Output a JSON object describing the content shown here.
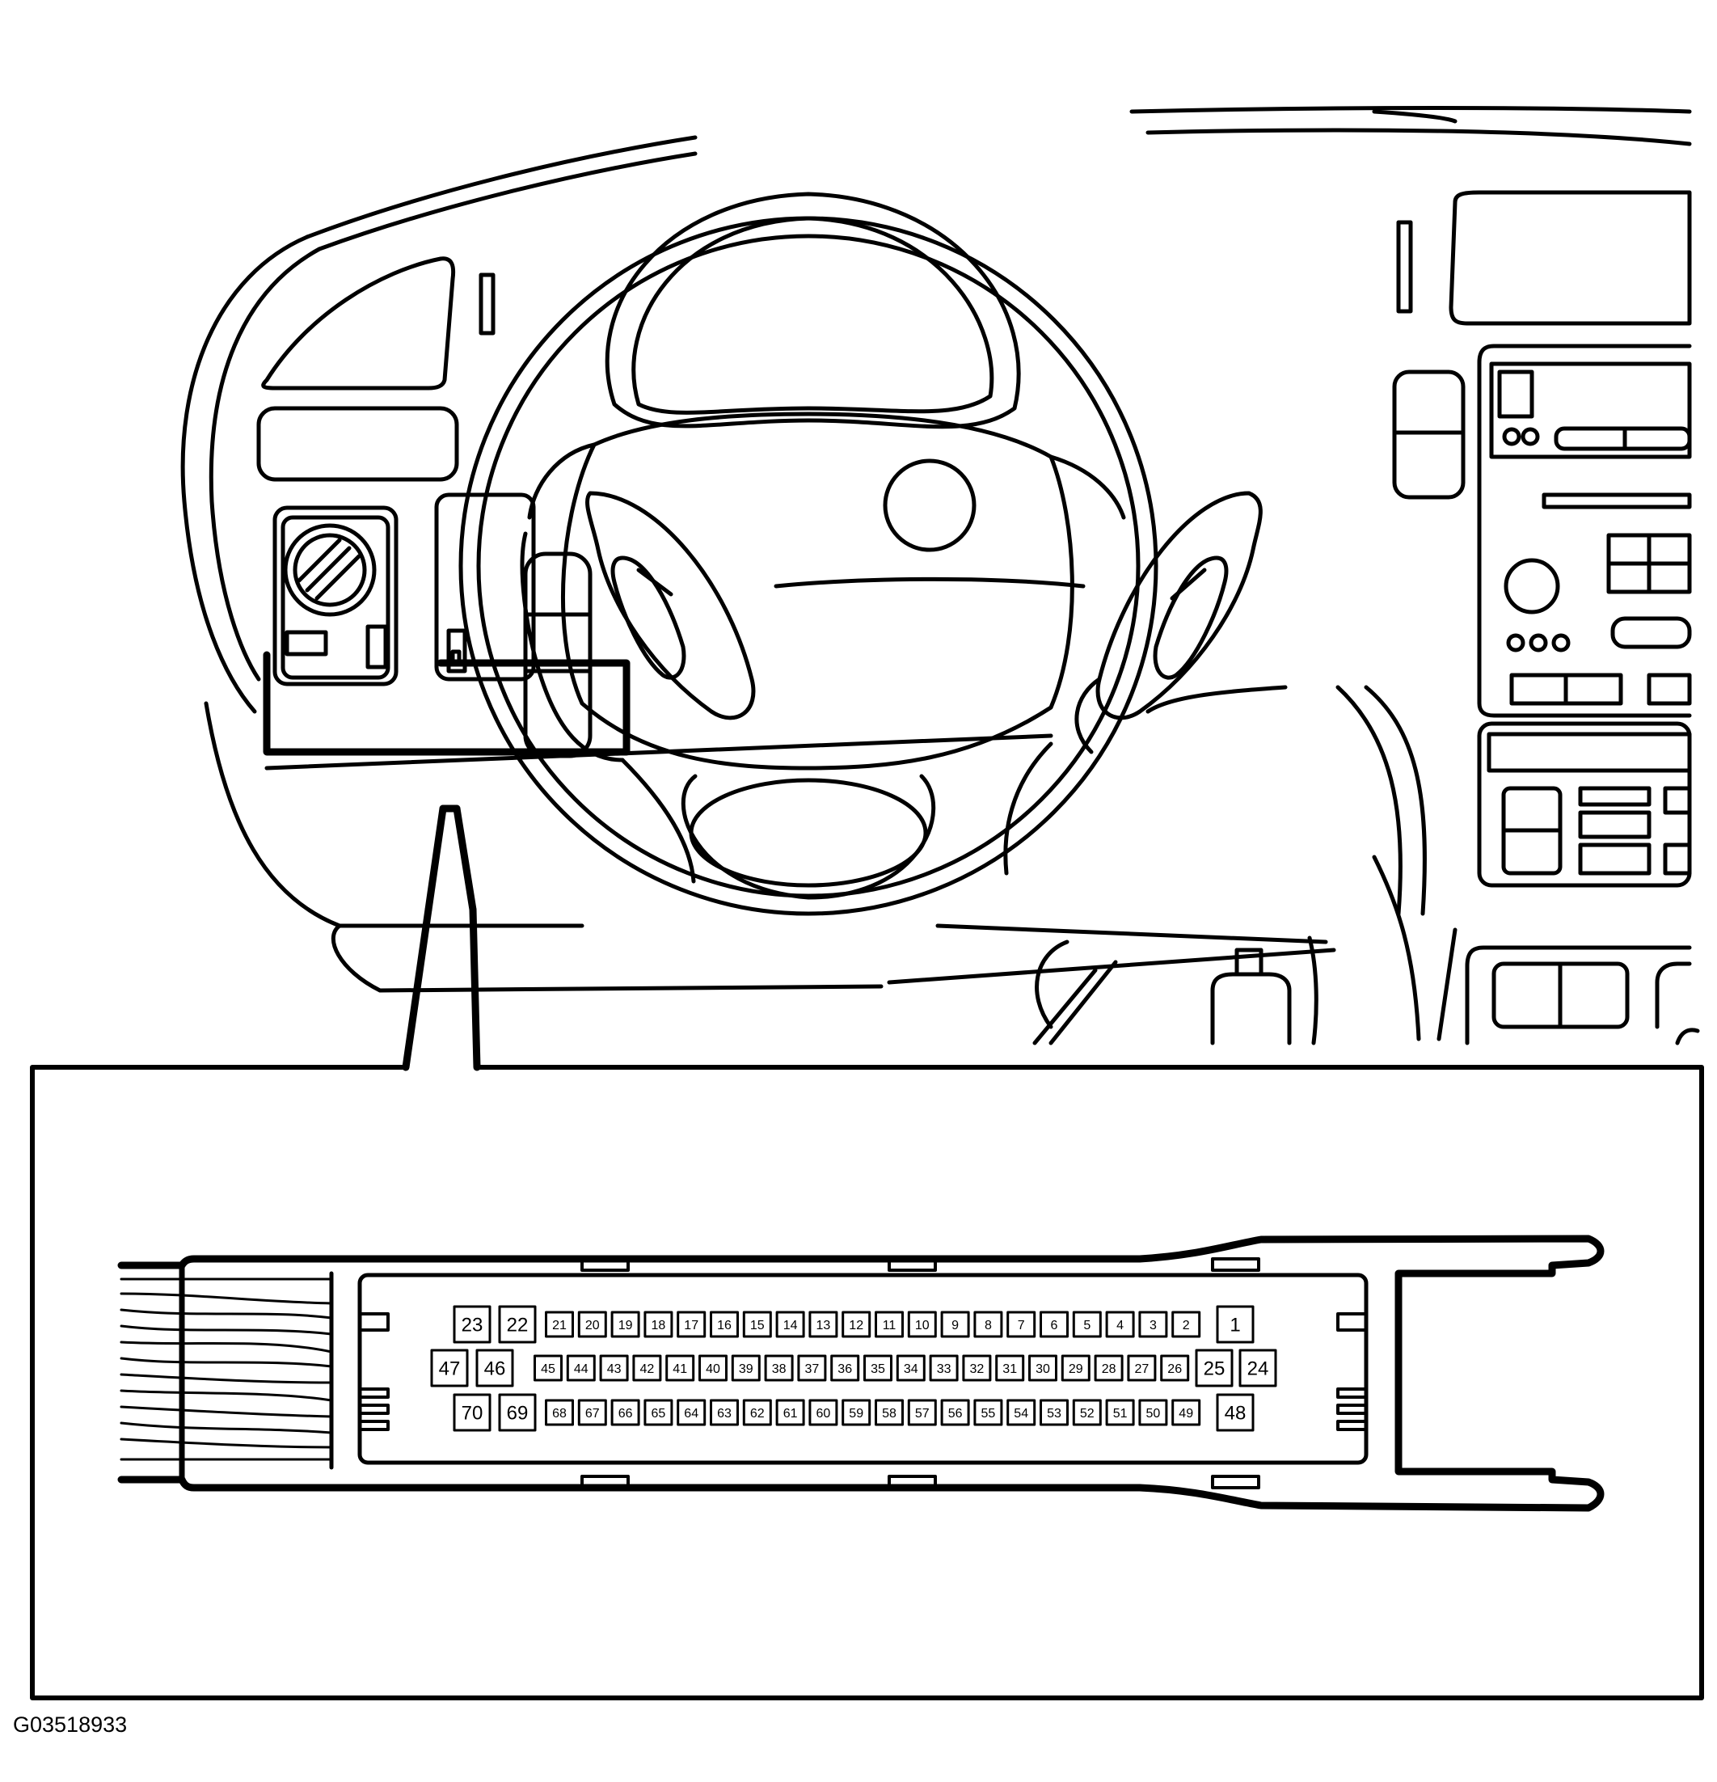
{
  "figure_id": "G03518933",
  "connector": {
    "rows": [
      {
        "large_left": [
          "23",
          "22"
        ],
        "small": [
          "21",
          "20",
          "19",
          "18",
          "17",
          "16",
          "15",
          "14",
          "13",
          "12",
          "11",
          "10",
          "9",
          "8",
          "7",
          "6",
          "5",
          "4",
          "3",
          "2"
        ],
        "large_right": [
          "1"
        ]
      },
      {
        "large_left": [
          "47",
          "46"
        ],
        "small": [
          "45",
          "44",
          "43",
          "42",
          "41",
          "40",
          "39",
          "38",
          "37",
          "36",
          "35",
          "34",
          "33",
          "32",
          "31",
          "30",
          "29",
          "28",
          "27",
          "26"
        ],
        "large_right": [
          "25",
          "24"
        ]
      },
      {
        "large_left": [
          "70",
          "69"
        ],
        "small": [
          "68",
          "67",
          "66",
          "65",
          "64",
          "63",
          "62",
          "61",
          "60",
          "59",
          "58",
          "57",
          "56",
          "55",
          "54",
          "53",
          "52",
          "51",
          "50",
          "49"
        ],
        "large_right": [
          "48"
        ]
      }
    ]
  }
}
